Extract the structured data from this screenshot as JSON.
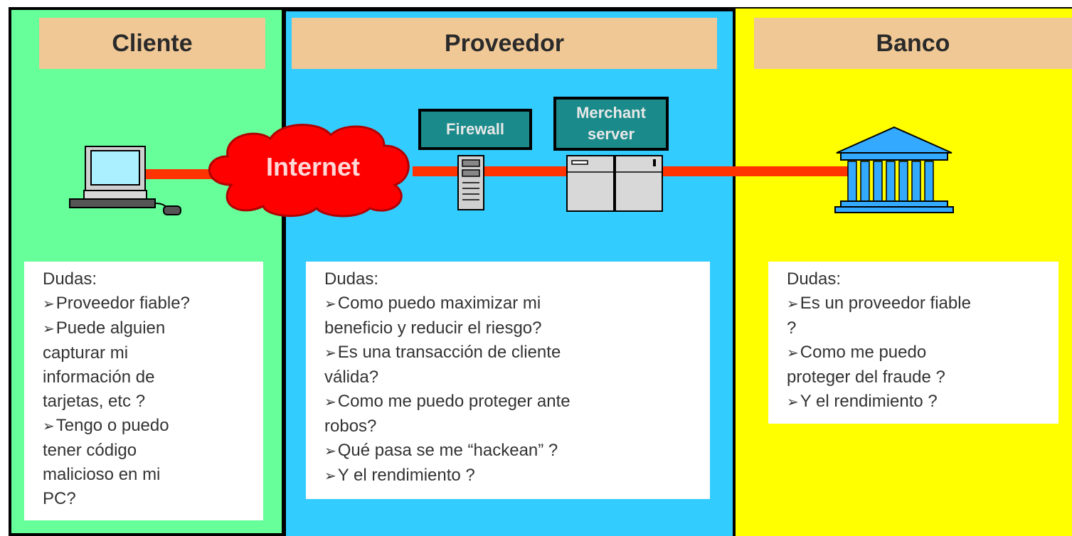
{
  "columns": {
    "cliente": {
      "title": "Cliente",
      "doubts_label": "Dudas:",
      "items": [
        "Proveedor fiable?",
        "Puede alguien\ncapturar mi\ninformación de\ntarjetas, etc ?",
        "Tengo o puedo\ntener código\nmalicioso en mi\nPC?"
      ]
    },
    "proveedor": {
      "title": "Proveedor",
      "doubts_label": "Dudas:",
      "items": [
        "Como puedo maximizar mi\nbeneficio y reducir el riesgo?",
        "Es una transacción de cliente\nválida?",
        "Como me puedo proteger ante\nrobos?",
        "Qué pasa se me “hackean” ?",
        "Y el rendimiento ?"
      ]
    },
    "banco": {
      "title": "Banco",
      "doubts_label": "Dudas:",
      "items": [
        "Es un proveedor fiable\n?",
        "Como me puedo\nproteger del fraude ?",
        "Y el rendimiento ?"
      ]
    }
  },
  "network": {
    "internet_label": "Internet",
    "firewall_label": "Firewall",
    "merchant_label_1": "Merchant",
    "merchant_label_2": "server"
  },
  "colors": {
    "cliente_bg": "#66ff99",
    "proveedor_bg": "#33ccff",
    "banco_bg": "#ffff00",
    "header_bg": "#f0c896",
    "link": "#ff3300",
    "cloud": "#ff0000"
  },
  "icons": [
    "computer-icon",
    "internet-cloud-icon",
    "firewall-server-icon",
    "merchant-server-icon",
    "bank-icon"
  ]
}
